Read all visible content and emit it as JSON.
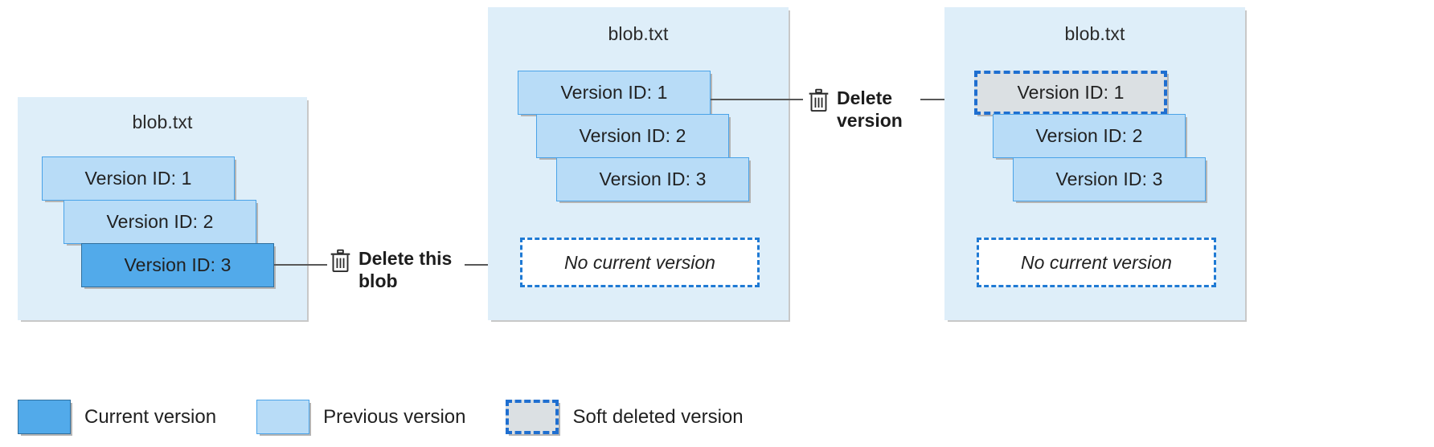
{
  "diagram": {
    "title_blob": "blob.txt",
    "labels": {
      "version1": "Version ID: 1",
      "version2": "Version ID: 2",
      "version3": "Version ID: 3",
      "no_current_version": "No current version"
    },
    "panels": [
      {
        "id": "panel-initial",
        "title": "blob.txt",
        "versions": [
          {
            "label": "Version ID: 1",
            "state": "previous"
          },
          {
            "label": "Version ID: 2",
            "state": "previous"
          },
          {
            "label": "Version ID: 3",
            "state": "current"
          }
        ],
        "placeholder": null
      },
      {
        "id": "panel-after-delete-blob",
        "title": "blob.txt",
        "versions": [
          {
            "label": "Version ID: 1",
            "state": "previous"
          },
          {
            "label": "Version ID: 2",
            "state": "previous"
          },
          {
            "label": "Version ID: 3",
            "state": "previous"
          }
        ],
        "placeholder": "No current version"
      },
      {
        "id": "panel-after-delete-version",
        "title": "blob.txt",
        "versions": [
          {
            "label": "Version ID: 1",
            "state": "soft-deleted"
          },
          {
            "label": "Version ID: 2",
            "state": "previous"
          },
          {
            "label": "Version ID: 3",
            "state": "previous"
          }
        ],
        "placeholder": "No current version"
      }
    ],
    "actions": [
      {
        "id": "delete-blob",
        "text": "Delete this\nblob",
        "icon": "trash-icon"
      },
      {
        "id": "delete-version",
        "text": "Delete\nversion",
        "icon": "trash-icon"
      }
    ]
  },
  "legend": {
    "items": [
      {
        "label": "Current version",
        "state": "current",
        "color": "#52aaea"
      },
      {
        "label": "Previous version",
        "state": "previous",
        "color": "#b8dcf7"
      },
      {
        "label": "Soft deleted version",
        "state": "soft-deleted",
        "color": "#dbe0e3"
      }
    ]
  },
  "colors": {
    "panel_background": "#deeef9",
    "current_version": "#52aaea",
    "previous_version": "#b8dcf7",
    "soft_deleted_fill": "#dbe0e3",
    "soft_deleted_border": "#1f6fd0",
    "dashed_placeholder_border": "#1f7ad4",
    "connector": "#585858",
    "text": "#212121"
  }
}
